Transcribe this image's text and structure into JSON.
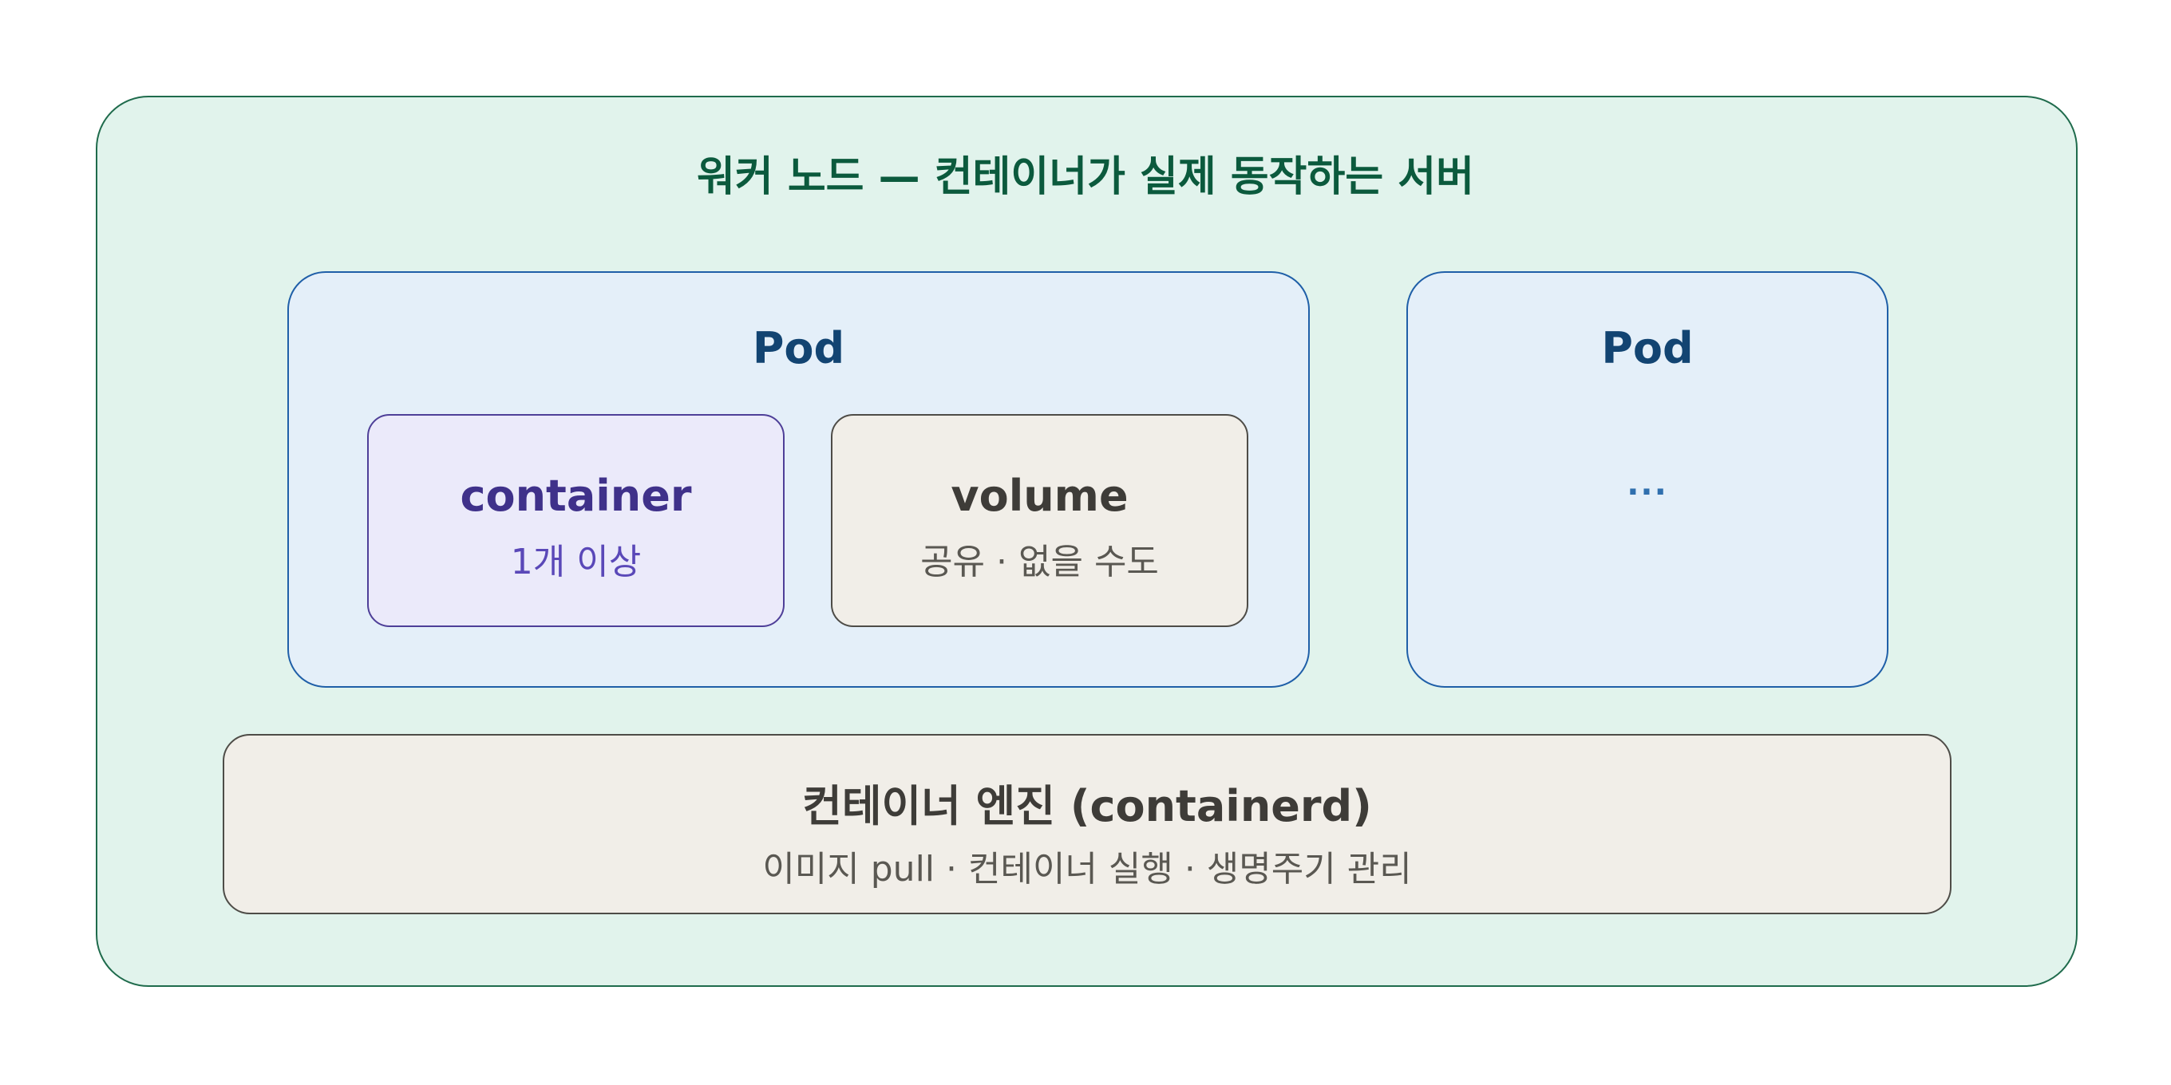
{
  "worker_node": {
    "title": "워커 노드 — 컨테이너가 실제 동작하는 서버",
    "pods": [
      {
        "title": "Pod",
        "container": {
          "title": "container",
          "subtitle": "1개 이상"
        },
        "volume": {
          "title": "volume",
          "subtitle": "공유 · 없을 수도"
        }
      },
      {
        "title": "Pod",
        "placeholder": "..."
      }
    ],
    "engine": {
      "title": "컨테이너 엔진 (containerd)",
      "subtitle": "이미지 pull · 컨테이너 실행 · 생명주기 관리"
    }
  },
  "colors": {
    "node_fill": "#e1f3ec",
    "node_stroke": "#1f6b4c",
    "pod_fill": "#e4eff9",
    "pod_stroke": "#1f5fa8",
    "container_fill": "#ebeafa",
    "container_stroke": "#4e3f98",
    "neutral_fill": "#f1eee8",
    "neutral_stroke": "#4e4c47"
  }
}
